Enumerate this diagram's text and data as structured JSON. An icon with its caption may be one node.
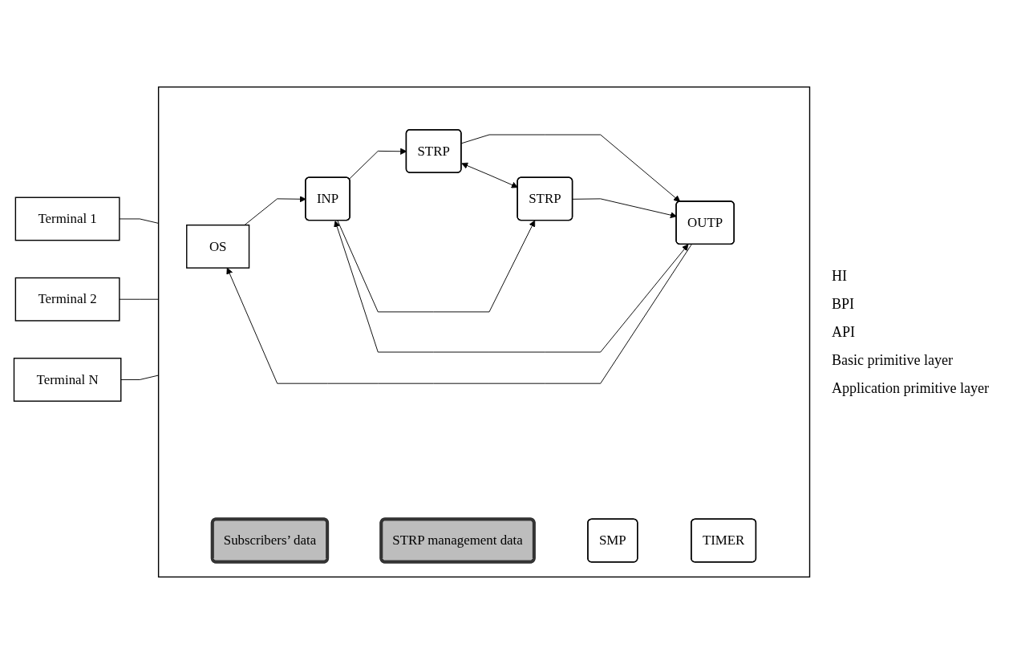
{
  "diagram": {
    "nodes": [
      {
        "text": [],
        "shape": "box"
      },
      {
        "text": [
          "Terminal 1"
        ]
      },
      {
        "text": [
          "Terminal 2"
        ]
      },
      {
        "text": [
          "Terminal N"
        ]
      },
      {
        "text": [
          "Subscribers’ data"
        ],
        "in": 0
      },
      {
        "text": [
          "STRP management data"
        ],
        "in": 0
      },
      {
        "text": [
          "OS"
        ],
        "in": 0
      },
      {
        "text": [
          "INP"
        ],
        "in": 0
      },
      {
        "text": [
          "OUTP"
        ],
        "in": 0
      },
      {
        "text": [
          "STRP"
        ],
        "in": 0
      },
      {
        "text": [
          "STRP"
        ],
        "in": 0
      },
      {
        "text": [
          "SMP"
        ],
        "in": 0
      },
      {
        "text": [
          "TIMER"
        ],
        "in": 0
      }
    ],
    "edges": [
      {
        "from": 1,
        "to": 0,
        "arrow": "none"
      },
      {
        "from": 2,
        "to": 0,
        "arrow": "none"
      },
      {
        "from": 3,
        "to": 0,
        "arrow": "none"
      },
      {
        "from": 6,
        "to": 7,
        "arrow": "to"
      },
      {
        "from": 7,
        "to": 9,
        "arrow": "to"
      },
      {
        "from": 7,
        "to": 10,
        "arrow": "to"
      },
      {
        "from": 7,
        "to": 8,
        "arrow": "both"
      },
      {
        "from": 9,
        "to": 8,
        "arrow": "to"
      },
      {
        "from": 10,
        "to": 8,
        "arrow": "to"
      },
      {
        "from": 9,
        "to": 10,
        "arrow": "both"
      },
      {
        "from": 8,
        "to": 6,
        "arrow": "to"
      }
    ],
    "labels": [
      "HI",
      "BPI",
      "API",
      "Basic primitive layer",
      "Application primitive layer"
    ]
  }
}
